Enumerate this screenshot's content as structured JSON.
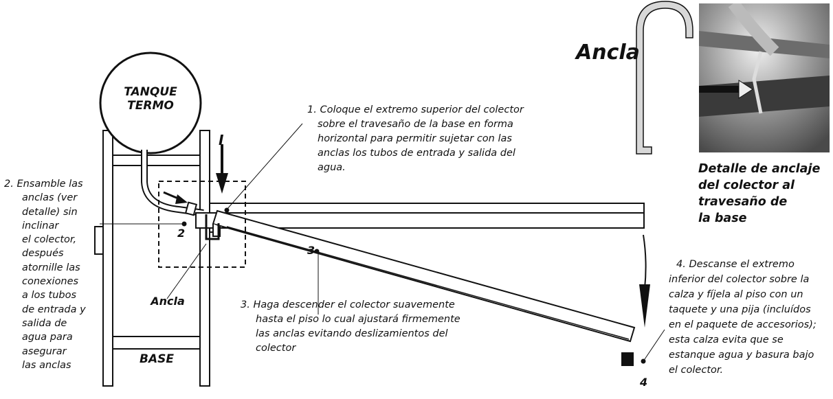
{
  "tank": {
    "line1": "TANQUE",
    "line2": "TERMO"
  },
  "base_label": "BASE",
  "anchor_label_small": "Ancla",
  "anchor_title": "Ancla",
  "detail_caption": [
    "Detalle de anclaje",
    "del colector al",
    "travesaño de",
    "la base"
  ],
  "step1": [
    "1. Coloque el extremo superior del colector",
    "sobre el travesaño de la base en forma",
    "horizontal para permitir sujetar con las",
    "anclas los tubos de entrada y salida del",
    "agua."
  ],
  "step2": [
    "2. Ensamble las",
    "anclas (ver",
    "detalle) sin",
    "inclinar",
    "el colector,",
    "después",
    "atornille las",
    "conexiones",
    "a los tubos",
    "de entrada y",
    "salida de",
    "agua para",
    "asegurar",
    "las anclas"
  ],
  "step3": [
    "3. Haga descender el colector suavemente",
    "hasta el piso lo cual ajustará firmemente",
    "las anclas evitando deslizamientos del",
    "colector"
  ],
  "step4": [
    "4. Descanse el extremo",
    "inferior del colector sobre la",
    "calza y fíjela al piso con un",
    "taquete y una pija (incluídos",
    "en el paquete de accesorios);",
    "esta calza evita que se",
    "estanque agua y basura bajo",
    "el colector."
  ],
  "markers": {
    "m1": "I",
    "m2": "2",
    "m3": "3",
    "m4": "4"
  }
}
